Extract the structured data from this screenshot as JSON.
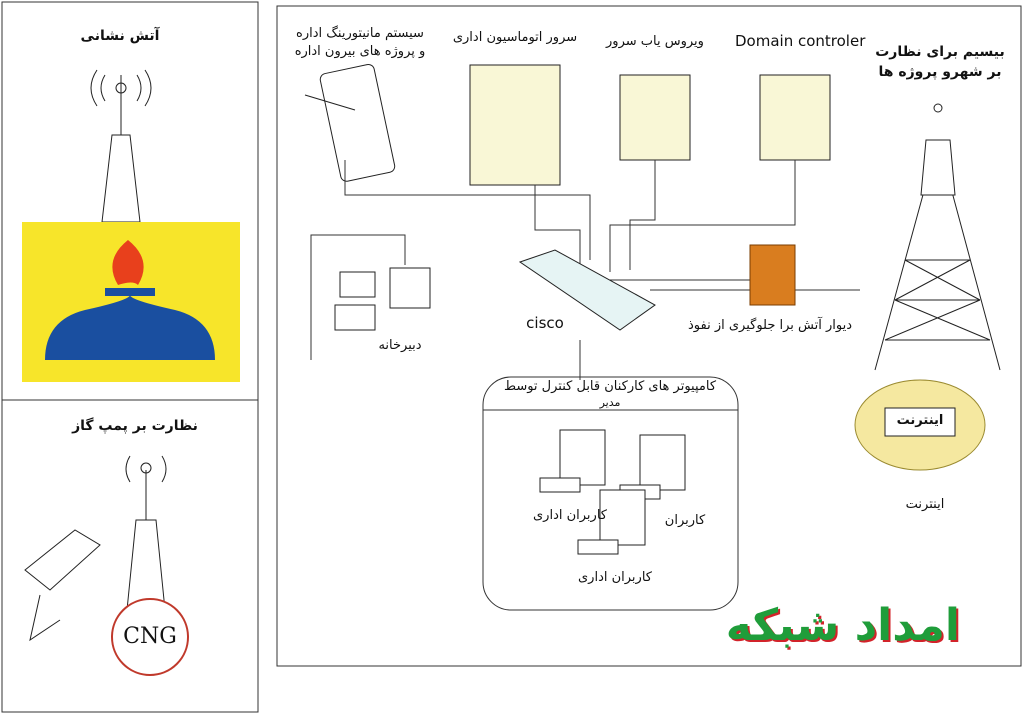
{
  "left_panel": {
    "fire_title": "آتش نشانی",
    "gas_title": "نظارت بر پمپ گاز",
    "cng_label": "CNG"
  },
  "servers": {
    "monitoring_line1": "سیستم مانیتورینگ اداره",
    "monitoring_line2": "و پروژه های بیرون اداره",
    "automation": "سرور اتوماسیون اداری",
    "antivirus": "ویروس یاب سرور",
    "domain": "Domain controler"
  },
  "wireless": {
    "line1": "بیسیم برای نظارت",
    "line2": "بر شهرو پروژه ها"
  },
  "network": {
    "switch_label": "cisco",
    "secretariat": "دبیرخانه",
    "firewall": "دیوار آتش برا جلوگیری از نفوذ"
  },
  "staff": {
    "title_line1": "کامپیوتر های کارکنان قابل کنترل توسط",
    "title_line2": "مدیر",
    "user_left": "کاربران اداری",
    "user_right": "کاربران",
    "user_bottom": "کاربران اداری"
  },
  "internet": {
    "cloud_label": "اینترنت",
    "caption": "اینترنت"
  },
  "watermark": "امداد شبکه",
  "colors": {
    "logo_yellow": "#f7e52a",
    "logo_blue": "#1a4fa0",
    "flame": "#e8401c",
    "watermark_green": "#1f9d3a",
    "watermark_red": "#d2232a"
  }
}
